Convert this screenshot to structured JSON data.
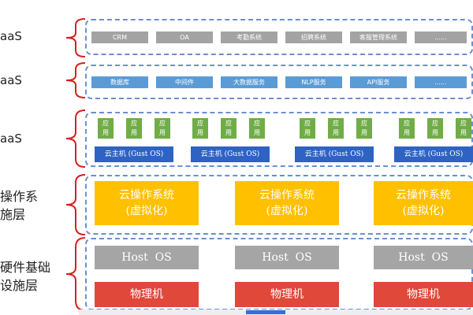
{
  "layers": {
    "saas": {
      "label": "aaS",
      "items": [
        "CRM",
        "OA",
        "考勤系统",
        "招聘系统",
        "客服管理系统",
        "......"
      ]
    },
    "paas": {
      "label": "aaS",
      "items": [
        "数据库",
        "中间件",
        "大数据服务",
        "NLP服务",
        "API服务",
        "......"
      ]
    },
    "iaas": {
      "label": "aaS",
      "app_label": "应用",
      "vm_label": "云主机 (Gust OS)"
    },
    "cloud_os": {
      "label_line1": "操作系",
      "label_line2": "施层",
      "box_line1": "云操作系统",
      "box_line2": "(虚拟化)"
    },
    "hardware": {
      "label_line1": "硬件基础",
      "label_line2": "设施层",
      "host_label": "Host  OS",
      "physical_label": "物理机"
    }
  },
  "colors": {
    "saas_chip": "#a3a3a3",
    "paas_chip": "#5b9bd5",
    "app": "#70ad47",
    "vm": "#2e63c3",
    "cloud_os": "#ffc000",
    "host_os": "#a5a5a5",
    "physical": "#e0483a",
    "bracket": "#d62020",
    "dashed_border": "#6a8fd0"
  }
}
